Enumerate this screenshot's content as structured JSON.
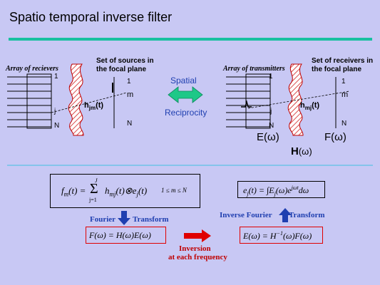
{
  "title": "Spatio temporal inverse filter",
  "colors": {
    "background": "#c8c8f4",
    "title_bar": "#18c0a0",
    "arrow_green": "#1ec888",
    "blue_text": "#1f3fb0",
    "red": "#e00000"
  },
  "left_panel": {
    "array_label": "Array of recievers",
    "sources_label_1": "Set of sources  in",
    "sources_label_2": "the focal plane",
    "index_1": "1",
    "index_j": "j",
    "index_N": "N",
    "src_1": "1",
    "src_m": "m",
    "src_N": "N",
    "h_label": "h",
    "h_sub": "jm",
    "h_arg": "(t)"
  },
  "center": {
    "spatial": "Spatial",
    "reciprocity": "Reciprocity"
  },
  "right_panel": {
    "array_label": "Array of transmitters",
    "receivers_label_1": "Set of receivers  in",
    "receivers_label_2": "the focal plane",
    "index_1": "1",
    "index_j": "j",
    "index_N": "N",
    "rcv_1": "1",
    "rcv_m": "m",
    "rcv_N": "N",
    "h_label": "h",
    "h_sub": "mj",
    "h_arg": "(t)",
    "E_label": "E(ω)",
    "F_label": "F(ω)",
    "H_label": "H",
    "H_arg": "(ω)"
  },
  "formulas": {
    "sum_lhs": "f",
    "sum_lhs_sub": "m",
    "sum_lhs_arg": "(t) = ",
    "sum_upper": "J",
    "sum_sigma": "Σ",
    "sum_lower": "j=1",
    "sum_h": "h",
    "sum_h_sub": "mj",
    "sum_body": "(t)⊗e",
    "sum_e_sub": "j",
    "sum_tail": "(t)",
    "sum_range": "1 ≤ m ≤ N",
    "ej_lhs": "e",
    "ej_lhs_sub": "j",
    "ej_mid": "(t) = ∫E",
    "ej_E_sub": "j",
    "ej_tail": "(ω)e",
    "ej_exp": "jωt",
    "ej_dw": "dω",
    "fourier": "Fourier",
    "transform": "Transform",
    "inv_fourier": "Inverse Fourier",
    "inv_transform": "Transform",
    "forward": "F(ω) = H(ω)E(ω)",
    "inverse_lhs": "E(ω) = H",
    "inverse_exp": "−1",
    "inverse_rhs": "(ω)F(ω)",
    "inversion_1": "Inversion",
    "inversion_2": "at each frequency"
  }
}
